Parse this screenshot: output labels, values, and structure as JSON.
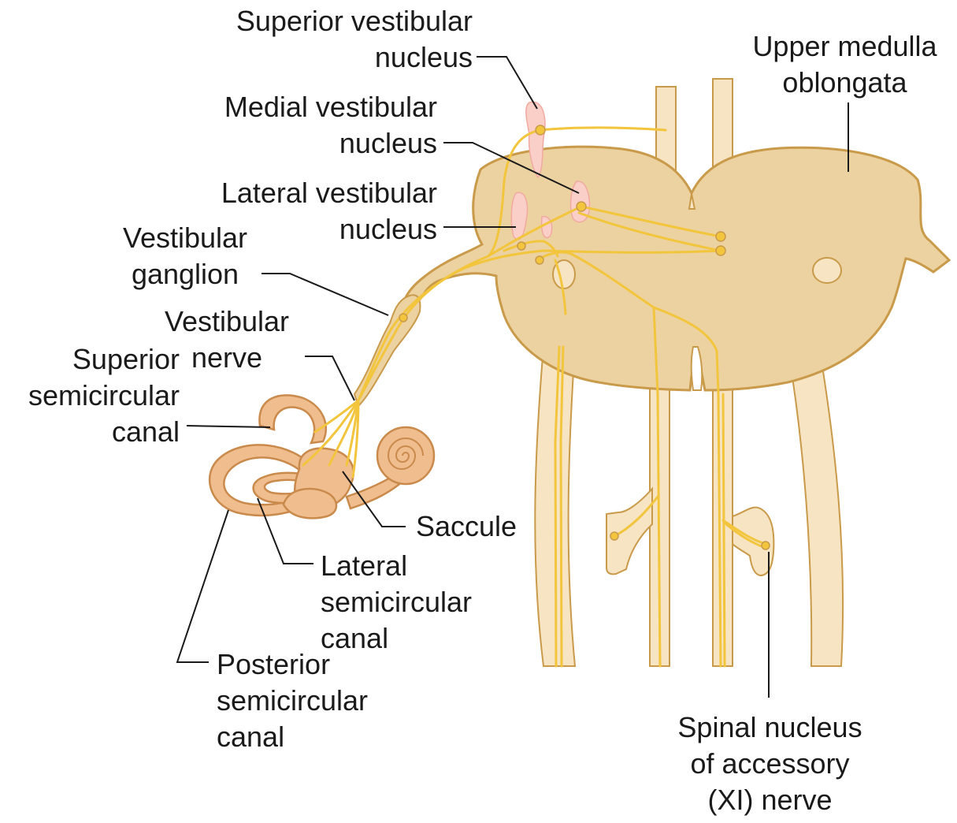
{
  "labels": {
    "superior_vestibular_nucleus": [
      "Superior vestibular",
      "nucleus"
    ],
    "medial_vestibular_nucleus": [
      "Medial vestibular",
      "nucleus"
    ],
    "lateral_vestibular_nucleus": [
      "Lateral vestibular",
      "nucleus"
    ],
    "vestibular_ganglion": [
      "Vestibular",
      "ganglion"
    ],
    "vestibular_nerve": [
      "Vestibular",
      "nerve"
    ],
    "superior_semicircular_canal": [
      "Superior",
      "semicircular",
      "canal"
    ],
    "saccule": [
      "Saccule"
    ],
    "lateral_semicircular_canal": [
      "Lateral",
      "semicircular",
      "canal"
    ],
    "posterior_semicircular_canal": [
      "Posterior",
      "semicircular",
      "canal"
    ],
    "upper_medulla_oblongata": [
      "Upper medulla",
      "oblongata"
    ],
    "spinal_nucleus_accessory": [
      "Spinal nucleus",
      "of accessory",
      "(XI) nerve"
    ]
  },
  "colors": {
    "medulla_fill": "#ecd2a0",
    "medulla_stroke": "#c99a4a",
    "spinal_fill": "#f6e4c3",
    "nucleus_fill": "#f9cfc8",
    "nerve_fiber": "#f2c53d",
    "ear_fill": "#f0bd8e",
    "ear_stroke": "#c98a4c",
    "leader_line": "#1a1a1a"
  }
}
